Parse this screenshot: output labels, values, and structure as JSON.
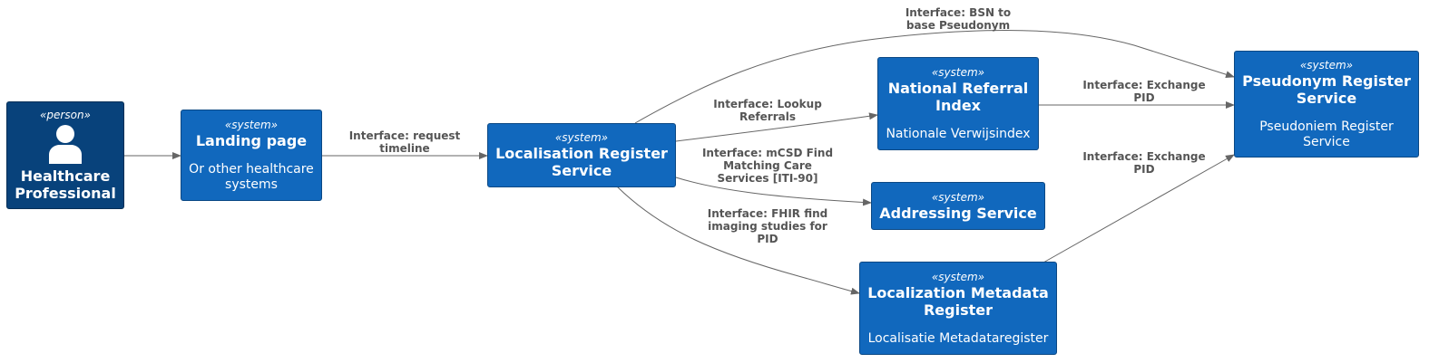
{
  "nodes": {
    "healthcare_professional": {
      "stereotype": "«person»",
      "title": "Healthcare\nProfessional",
      "icon": "person-icon"
    },
    "landing_page": {
      "stereotype": "«system»",
      "title": "Landing page",
      "description": "Or other healthcare systems"
    },
    "localisation_register": {
      "stereotype": "«system»",
      "title": "Localisation Register Service"
    },
    "national_referral_index": {
      "stereotype": "«system»",
      "title": "National Referral Index",
      "description": "Nationale Verwijsindex"
    },
    "addressing_service": {
      "stereotype": "«system»",
      "title": "Addressing Service"
    },
    "localization_metadata_register": {
      "stereotype": "«system»",
      "title": "Localization Metadata Register",
      "description": "Localisatie Metadataregister"
    },
    "pseudonym_register": {
      "stereotype": "«system»",
      "title": "Pseudonym Register Service",
      "description": "Pseudoniem Register Service"
    }
  },
  "edges": {
    "request_timeline": "Interface: request\ntimeline",
    "bsn_to_pseudonym": "Interface: BSN to\nbase Pseudonym",
    "lookup_referrals": "Interface: Lookup\nReferrals",
    "mcsd_find": "Interface: mCSD Find\nMatching Care\nServices [ITI-90]",
    "fhir_find": "Interface: FHIR find\nimaging studies for\nPID",
    "exchange_pid_top": "Interface: Exchange\nPID",
    "exchange_pid_bottom": "Interface: Exchange\nPID"
  },
  "colors": {
    "system": "#1168bd",
    "person": "#08427b",
    "edge": "#666666",
    "edge_label": "#555555"
  }
}
